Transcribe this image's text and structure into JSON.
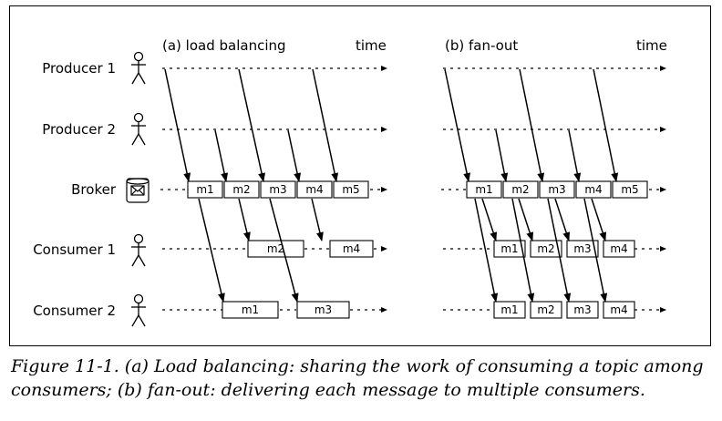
{
  "panels": {
    "a": {
      "title": "(a) load balancing",
      "time_label": "time"
    },
    "b": {
      "title": "(b) fan-out",
      "time_label": "time"
    }
  },
  "actors": {
    "producer1": "Producer 1",
    "producer2": "Producer 2",
    "broker": "Broker",
    "consumer1": "Consumer 1",
    "consumer2": "Consumer 2"
  },
  "broker_messages": [
    "m1",
    "m2",
    "m3",
    "m4",
    "m5"
  ],
  "load_balancing": {
    "consumer1": [
      "m2",
      "m4"
    ],
    "consumer2": [
      "m1",
      "m3"
    ]
  },
  "fan_out": {
    "consumer1": [
      "m1",
      "m2",
      "m3",
      "m4"
    ],
    "consumer2": [
      "m1",
      "m2",
      "m3",
      "m4"
    ]
  },
  "caption": "Figure 11-1. (a) Load balancing: sharing the work of consuming a topic among consumers; (b) fan-out: delivering each message to multiple consumers."
}
